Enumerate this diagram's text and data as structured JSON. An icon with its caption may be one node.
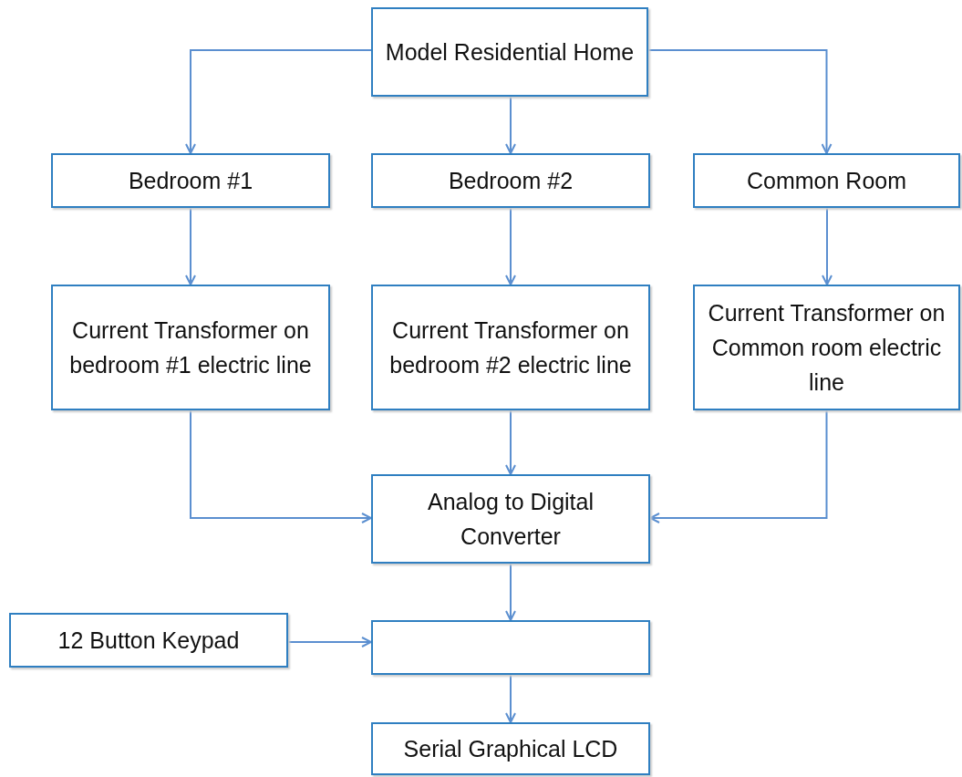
{
  "diagram": {
    "nodes": [
      {
        "text": [
          "Model Residential Home"
        ]
      },
      {
        "text": [
          "Bedroom #1"
        ]
      },
      {
        "text": [
          "Bedroom #2"
        ]
      },
      {
        "text": [
          "Common Room"
        ]
      },
      {
        "text": [
          "Current Transformer on bedroom #1 electric line"
        ]
      },
      {
        "text": [
          "Current Transformer on bedroom #2 electric line"
        ]
      },
      {
        "text": [
          "Current Transformer on Common room electric line"
        ]
      },
      {
        "text": [
          "Analog to Digital Converter"
        ]
      },
      {
        "text": [
          "12 Button Keypad"
        ]
      },
      {
        "text": [],
        "shape": "box"
      },
      {
        "text": [
          "Serial Graphical LCD"
        ]
      }
    ],
    "edges": [
      {
        "from": 0,
        "to": 1,
        "arrow": "to"
      },
      {
        "from": 0,
        "to": 2,
        "arrow": "to"
      },
      {
        "from": 0,
        "to": 3,
        "arrow": "to"
      },
      {
        "from": 1,
        "to": 4,
        "arrow": "to"
      },
      {
        "from": 2,
        "to": 5,
        "arrow": "to"
      },
      {
        "from": 3,
        "to": 6,
        "arrow": "to"
      },
      {
        "from": 4,
        "to": 7,
        "arrow": "to"
      },
      {
        "from": 5,
        "to": 7,
        "arrow": "to"
      },
      {
        "from": 6,
        "to": 7,
        "arrow": "to"
      },
      {
        "from": 7,
        "to": 9,
        "arrow": "to"
      },
      {
        "from": 8,
        "to": 9,
        "arrow": "to"
      },
      {
        "from": 9,
        "to": 10,
        "arrow": "to"
      }
    ]
  }
}
